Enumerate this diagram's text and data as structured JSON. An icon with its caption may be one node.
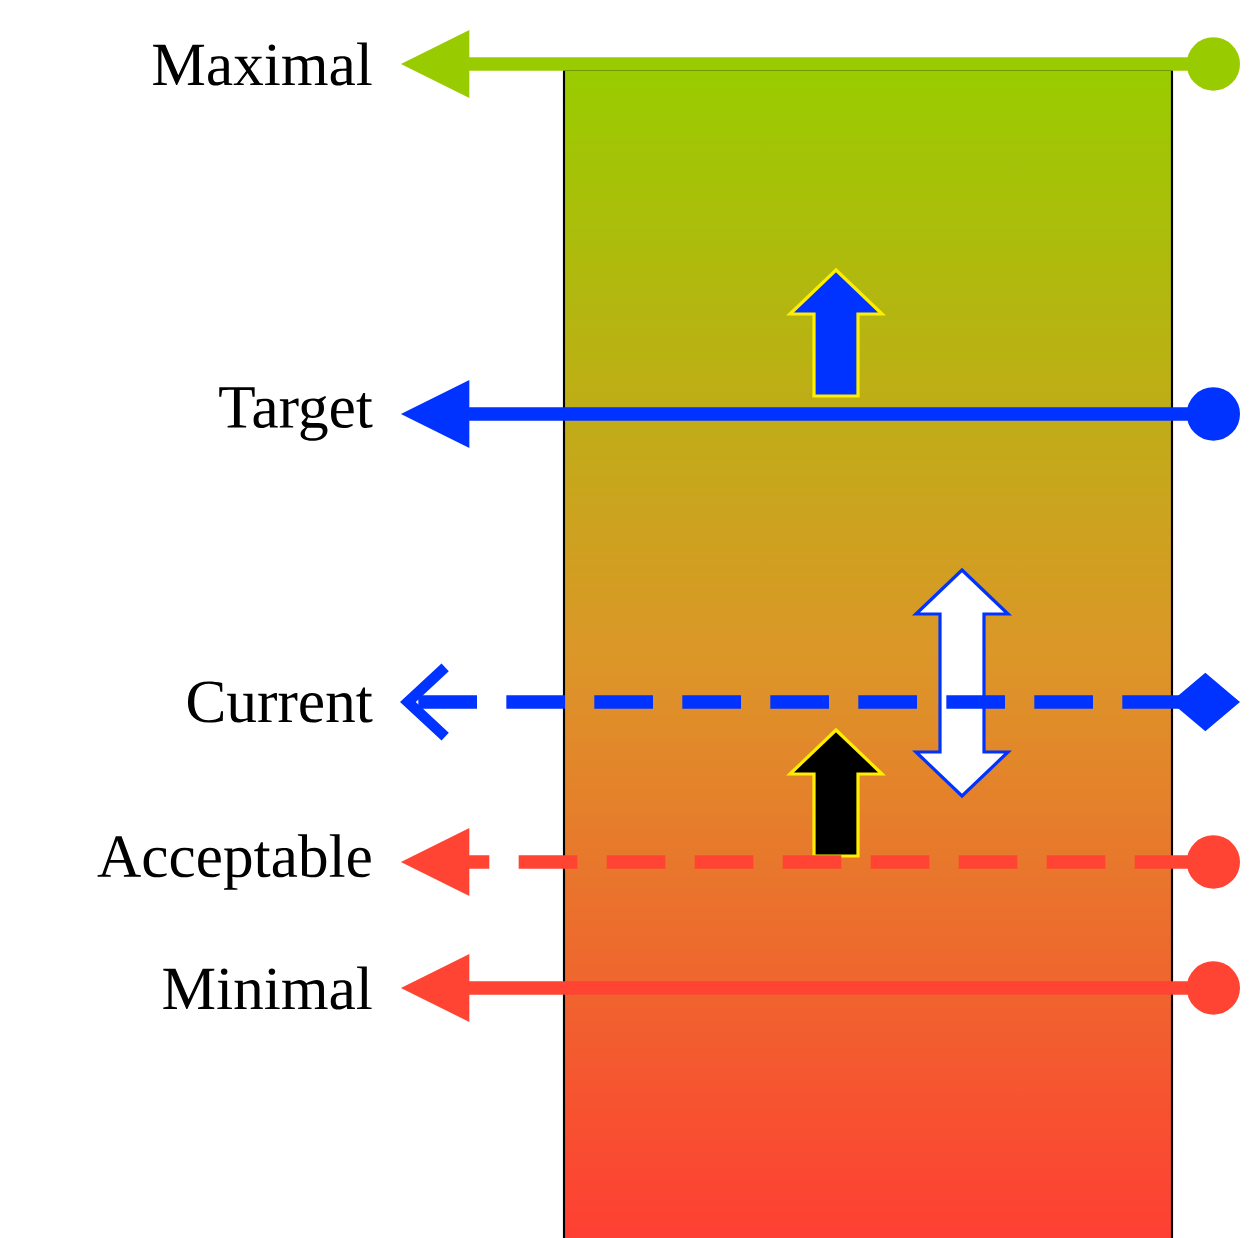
{
  "diagram": {
    "nodes": [
      {
        "text": [
          "Maximal"
        ]
      },
      {
        "text": [
          "Target"
        ]
      },
      {
        "text": [
          "Current"
        ]
      },
      {
        "text": [
          "Acceptable"
        ]
      },
      {
        "text": [
          "Minimal"
        ]
      }
    ],
    "edges": [
      {
        "from": null,
        "to": 0,
        "arrow": "to",
        "color": "#99cc00"
      },
      {
        "from": null,
        "to": 1,
        "arrow": "to",
        "color": "#0033ff"
      },
      {
        "from": null,
        "to": 2,
        "arrow": "to",
        "style": "dashed",
        "color": "#0033ff"
      },
      {
        "from": null,
        "to": 3,
        "arrow": "to",
        "style": "dashed",
        "color": "#ff4433"
      },
      {
        "from": null,
        "to": 4,
        "arrow": "to",
        "color": "#ff4433"
      }
    ]
  }
}
